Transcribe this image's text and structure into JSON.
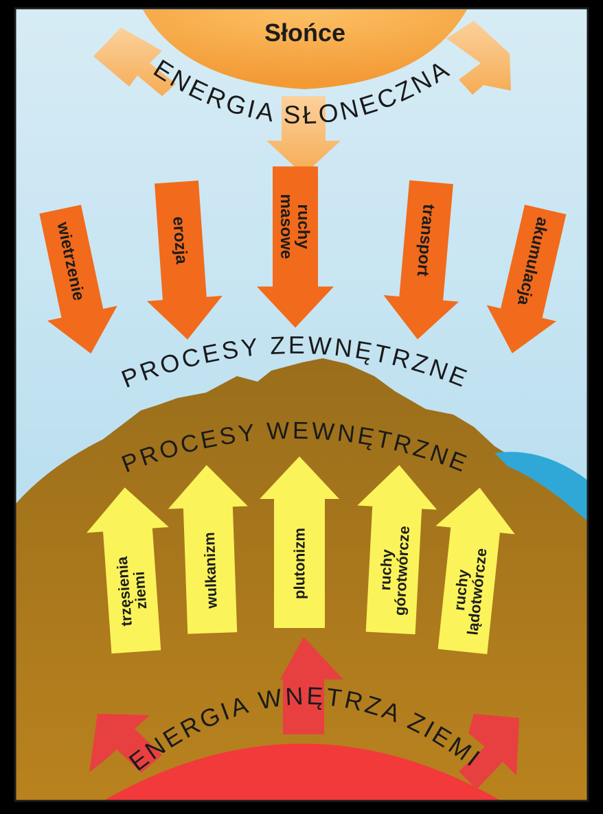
{
  "sun": {
    "label": "Słońce"
  },
  "solar_energy": {
    "label": "ENERGIA SŁONECZNA"
  },
  "external_processes": {
    "label": "PROCESY ZEWNĘTRZNE",
    "items": [
      "wietrzenie",
      "erozja",
      "ruchy masowe",
      "transport",
      "akumulacja"
    ]
  },
  "internal_processes": {
    "label": "PROCESY WEWNĘTRZNE",
    "items": [
      "trzęsienia ziemi",
      "wulkanizm",
      "plutonizm",
      "ruchy górotwórcze",
      "ruchy lądotwórcze"
    ]
  },
  "earth_energy": {
    "label": "ENERGIA WNĘTRZA ZIEMI"
  },
  "colors": {
    "sky": "#bfe0ef",
    "sun": "#f7a441",
    "orange_arrow": "#f26a1b",
    "yellow_arrow": "#fbf35a",
    "earth": "#a8771b",
    "core": "#f23a3a",
    "water": "#2fa8d8"
  }
}
